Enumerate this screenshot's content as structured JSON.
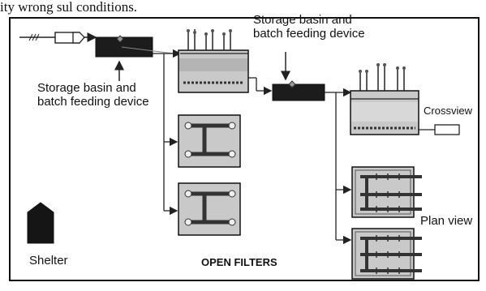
{
  "header": {
    "cut_text": "ity wrong sul conditions."
  },
  "labels": {
    "storage_basin_1_line1": "Storage basin and",
    "storage_basin_1_line2": "batch feeding device",
    "storage_basin_2_line1": "Storage basin and",
    "storage_basin_2_line2": "batch feeding device",
    "crossview": "Crossview",
    "plan_view": "Plan view",
    "shelter": "Shelter",
    "open_filters": "OPEN FILTERS"
  },
  "colors": {
    "frame": "#111111",
    "filter_fill": "#c9c9c9",
    "water_fill": "#b4b4b4",
    "basin_fill": "#1c1c1c",
    "shelter_fill": "#151515",
    "line": "#222222"
  },
  "icons": {
    "valve": "valve-icon",
    "pipe": "pipe-icon",
    "shelter": "shelter-icon",
    "arrow": "arrow-icon"
  }
}
